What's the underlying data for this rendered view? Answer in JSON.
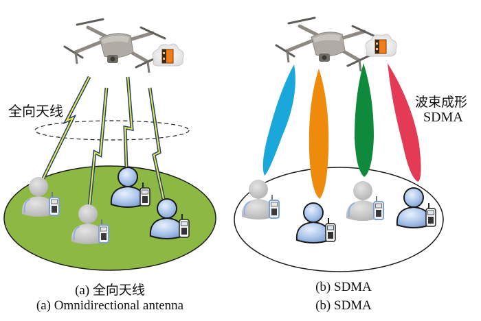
{
  "panel_a": {
    "label_antenna": "全向天线",
    "caption_cn": "(a) 全向天线",
    "caption_en": "(a) Omnidirectional antenna",
    "ground_color": "#8db843",
    "link_colors": {
      "outer": "#1f3f8f",
      "bolt": "#f2ec2a"
    },
    "users": [
      {
        "state": "inactive"
      },
      {
        "state": "inactive"
      },
      {
        "state": "active"
      },
      {
        "state": "active"
      }
    ]
  },
  "panel_b": {
    "label_beamforming": "波束成形",
    "label_sdma": "SDMA",
    "caption_cn": "(b) SDMA",
    "caption_en": "(b) SDMA",
    "beams": [
      {
        "color": "#1aa7d9"
      },
      {
        "color": "#ee8a0c"
      },
      {
        "color": "#0f8a3c"
      },
      {
        "color": "#e33a55"
      }
    ],
    "users": [
      {
        "state": "inactive"
      },
      {
        "state": "active"
      },
      {
        "state": "inactive"
      },
      {
        "state": "active"
      }
    ]
  },
  "colors": {
    "user_active": "#a9c4ea",
    "user_inactive": "#c4c4c4",
    "drone_body": "#a8a49d",
    "server_orange": "#f07d1a"
  }
}
